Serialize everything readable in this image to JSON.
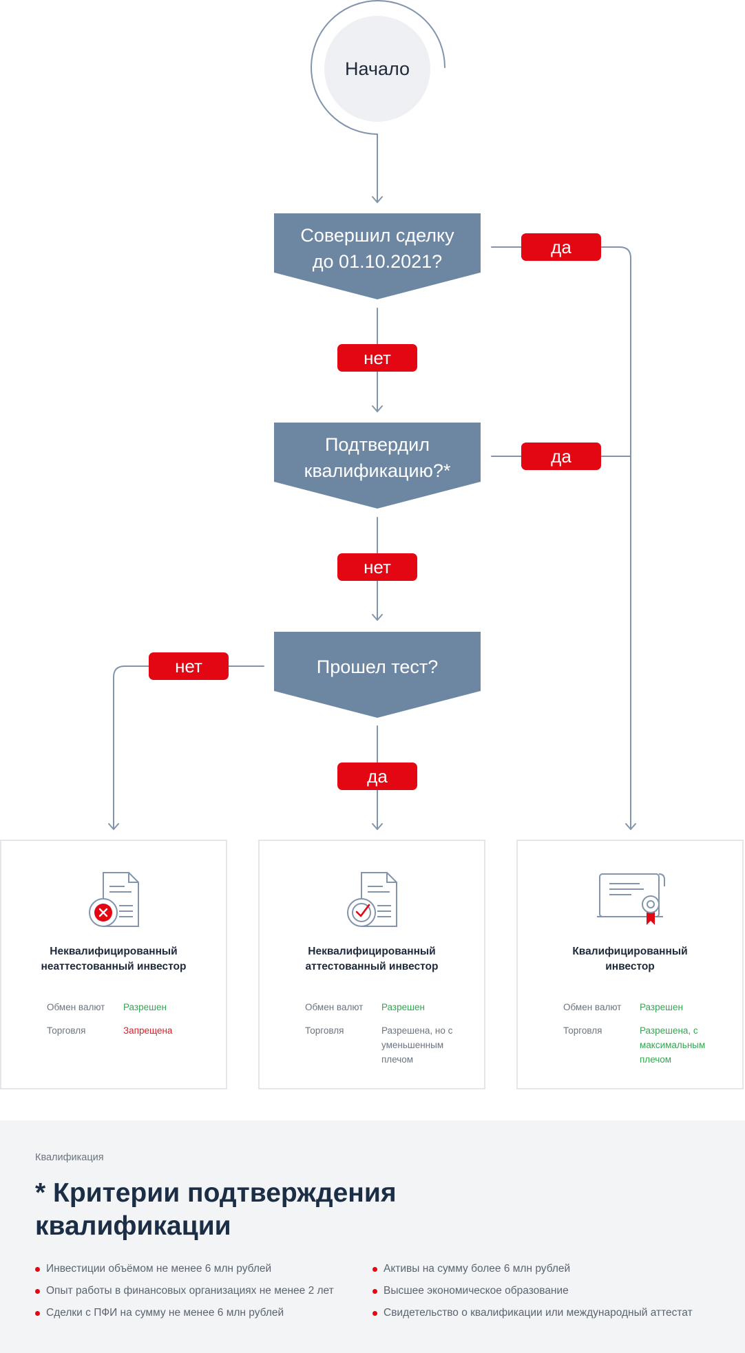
{
  "flowchart": {
    "start_label": "Начало",
    "decision1": {
      "line1": "Совершил сделку",
      "line2": "до 01.10.2021?"
    },
    "decision2": {
      "line1": "Подтвердил",
      "line2": "квалификацию?*"
    },
    "decision3": {
      "line1": "Прошел тест?"
    },
    "badge_yes1": "да",
    "badge_no1": "нет",
    "badge_yes2": "да",
    "badge_no2": "нет",
    "badge_no3": "нет",
    "badge_yes3": "да",
    "colors": {
      "decision_fill": "#6d87a3",
      "badge_red": "#e30613",
      "line": "#8194ab",
      "start_fill": "#eef0f3"
    }
  },
  "cards": [
    {
      "icon": "document-rejected-icon",
      "title_line1": "Неквалифицированный",
      "title_line2": "неаттестованный инвестор",
      "row1_key": "Обмен валют",
      "row1_value": "Разрешен",
      "row2_key": "Торговля",
      "row2_value": "Запрещена"
    },
    {
      "icon": "document-approved-icon",
      "title_line1": "Неквалифицированный",
      "title_line2": "аттестованный инвестор",
      "row1_key": "Обмен валют",
      "row1_value": "Разрешен",
      "row2_key": "Торговля",
      "row2_value_l1": "Разрешена, но с",
      "row2_value_l2": "уменьшенным",
      "row2_value_l3": "плечом"
    },
    {
      "icon": "certificate-icon",
      "title_line1": "Квалифицированный",
      "title_line2": "инвестор",
      "row1_key": "Обмен валют",
      "row1_value": "Разрешен",
      "row2_key": "Торговля",
      "row2_value_l1": "Разрешена, с",
      "row2_value_l2": "максимальным",
      "row2_value_l3": "плечом"
    }
  ],
  "criteria": {
    "eyebrow": "Квалификация",
    "heading_line1": "* Критерии подтверждения",
    "heading_line2": "квалификации",
    "left": [
      "Инвестиции объёмом не менее 6 млн рублей",
      "Опыт работы в финансовых организациях не менее 2 лет",
      "Сделки с ПФИ на сумму не менее 6 млн рублей"
    ],
    "right": [
      "Активы на сумму более 6 млн рублей",
      "Высшее экономическое образование",
      "Свидетельство о квалификации или международный аттестат"
    ]
  }
}
